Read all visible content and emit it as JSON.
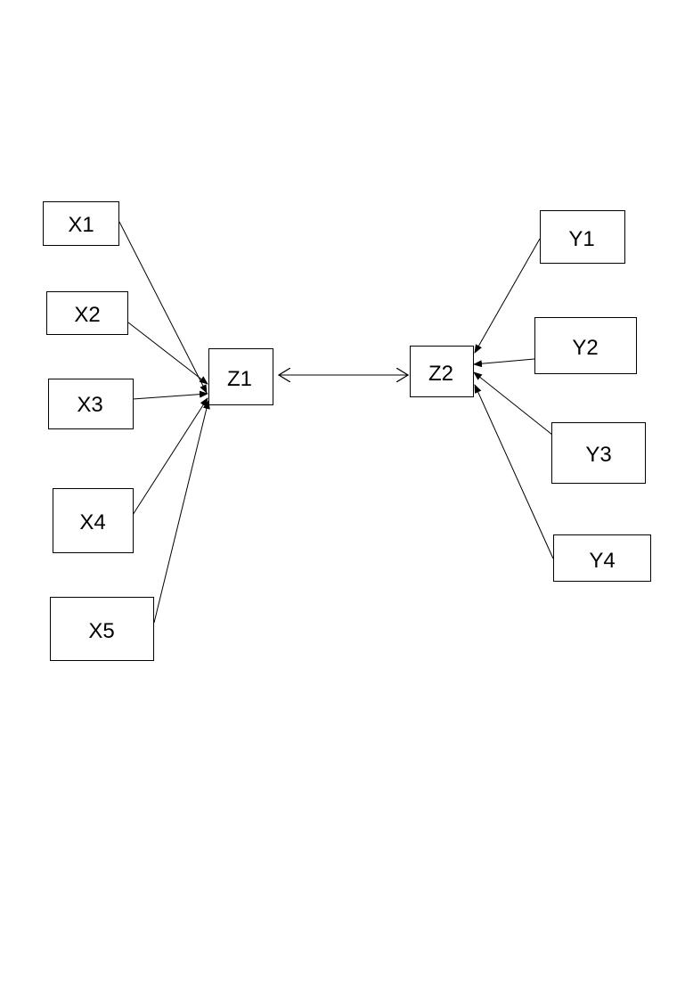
{
  "diagram": {
    "nodes": {
      "x1": {
        "label": "X1"
      },
      "x2": {
        "label": "X2"
      },
      "x3": {
        "label": "X3"
      },
      "x4": {
        "label": "X4"
      },
      "x5": {
        "label": "X5"
      },
      "z1": {
        "label": "Z1"
      },
      "z2": {
        "label": "Z2"
      },
      "y1": {
        "label": "Y1"
      },
      "y2": {
        "label": "Y2"
      },
      "y3": {
        "label": "Y3"
      },
      "y4": {
        "label": "Y4"
      }
    },
    "edges": [
      {
        "from": "X1",
        "to": "Z1",
        "direction": "directed"
      },
      {
        "from": "X2",
        "to": "Z1",
        "direction": "directed"
      },
      {
        "from": "X3",
        "to": "Z1",
        "direction": "directed"
      },
      {
        "from": "X4",
        "to": "Z1",
        "direction": "directed"
      },
      {
        "from": "X5",
        "to": "Z1",
        "direction": "directed"
      },
      {
        "from": "Z1",
        "to": "Z2",
        "direction": "bidirectional"
      },
      {
        "from": "Y1",
        "to": "Z2",
        "direction": "directed"
      },
      {
        "from": "Y2",
        "to": "Z2",
        "direction": "directed"
      },
      {
        "from": "Y3",
        "to": "Z2",
        "direction": "directed"
      },
      {
        "from": "Y4",
        "to": "Z2",
        "direction": "directed"
      }
    ]
  }
}
